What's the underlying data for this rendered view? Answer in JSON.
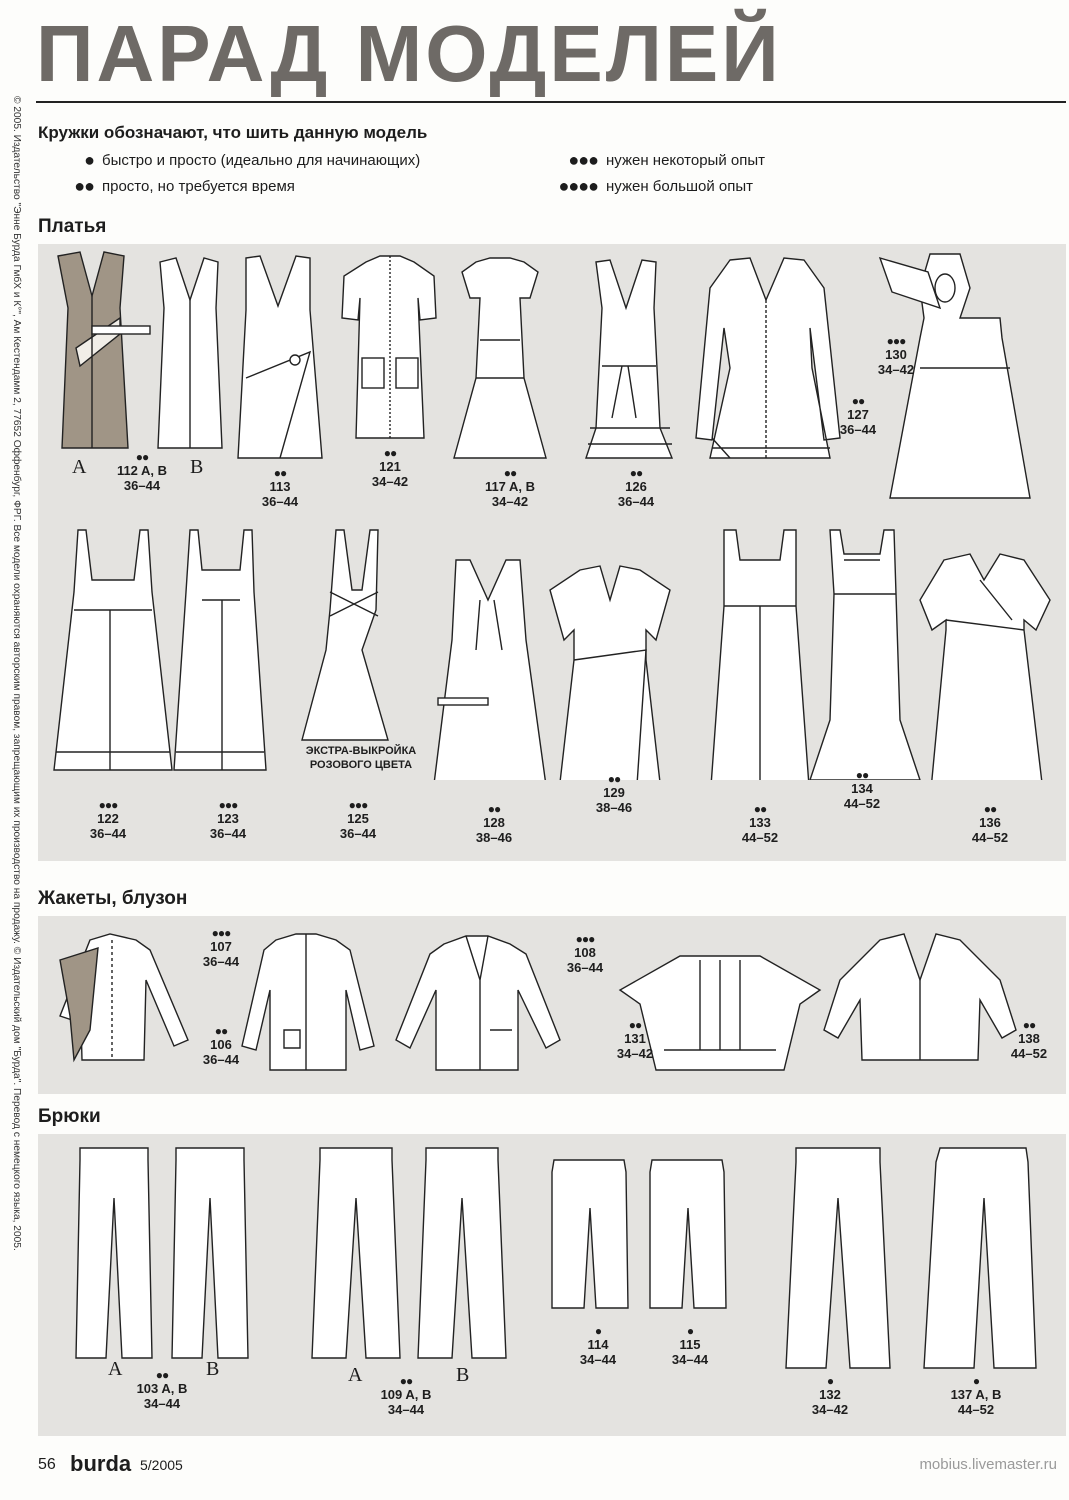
{
  "title": "ПАРАД МОДЕЛЕЙ",
  "side_text": "© 2005. Издательство \"Энне Бурда ГмбХ и К°\", Ам Кестендамм 2, 77652 Оффенбург, ФРГ. Все модели охраняются авторским правом, запрещающим их производство на продажу. © Издательский дом \"Бурда\". Перевод с немецкого языка, 2005.",
  "legend": {
    "heading": "Кружки обозначают, что шить данную модель",
    "items": [
      {
        "dots": "●",
        "text": "быстро и просто (идеально для начинающих)"
      },
      {
        "dots": "●●",
        "text": "просто, но требуется время"
      },
      {
        "dots": "●●●",
        "text": "нужен некоторый опыт"
      },
      {
        "dots": "●●●●",
        "text": "нужен большой опыт"
      }
    ]
  },
  "sections": {
    "dresses": "Платья",
    "jackets": "Жакеты, блузон",
    "trousers": "Брюки"
  },
  "dresses_row1": [
    {
      "dots": "●●",
      "model": "112 A, B",
      "sizes": "36–44",
      "letters": [
        "A",
        "B"
      ]
    },
    {
      "dots": "●●",
      "model": "113",
      "sizes": "36–44"
    },
    {
      "dots": "●●",
      "model": "121",
      "sizes": "34–42"
    },
    {
      "dots": "●●",
      "model": "117 A, B",
      "sizes": "34–42"
    },
    {
      "dots": "●●",
      "model": "126",
      "sizes": "36–44"
    },
    {
      "dots": "●●",
      "model": "127",
      "sizes": "36–44"
    },
    {
      "dots": "●●●",
      "model": "130",
      "sizes": "34–42"
    }
  ],
  "dresses_row2": [
    {
      "dots": "●●●",
      "model": "122",
      "sizes": "36–44"
    },
    {
      "dots": "●●●",
      "model": "123",
      "sizes": "36–44"
    },
    {
      "dots": "●●●",
      "model": "125",
      "sizes": "36–44",
      "extra": "ЭКСТРА-ВЫКРОЙКА РОЗОВОГО ЦВЕТА"
    },
    {
      "dots": "●●",
      "model": "128",
      "sizes": "38–46"
    },
    {
      "dots": "●●",
      "model": "129",
      "sizes": "38–46"
    },
    {
      "dots": "●●",
      "model": "133",
      "sizes": "44–52"
    },
    {
      "dots": "●●",
      "model": "134",
      "sizes": "44–52"
    },
    {
      "dots": "●●",
      "model": "136",
      "sizes": "44–52"
    }
  ],
  "jackets": [
    {
      "dots": "●●●",
      "model": "107",
      "sizes": "36–44"
    },
    {
      "dots": "●●",
      "model": "106",
      "sizes": "36–44"
    },
    {
      "dots": "●●●",
      "model": "108",
      "sizes": "36–44"
    },
    {
      "dots": "●●",
      "model": "131",
      "sizes": "34–42"
    },
    {
      "dots": "●●",
      "model": "138",
      "sizes": "44–52"
    }
  ],
  "trousers": [
    {
      "dots": "●●",
      "model": "103 A, B",
      "sizes": "34–44",
      "letters": [
        "A",
        "B"
      ]
    },
    {
      "dots": "●●",
      "model": "109 A, B",
      "sizes": "34–44",
      "letters": [
        "A",
        "B"
      ]
    },
    {
      "dots": "●",
      "model": "114",
      "sizes": "34–44"
    },
    {
      "dots": "●",
      "model": "115",
      "sizes": "34–44"
    },
    {
      "dots": "●",
      "model": "132",
      "sizes": "34–42"
    },
    {
      "dots": "●",
      "model": "137 A, B",
      "sizes": "44–52"
    }
  ],
  "footer": {
    "page": "56",
    "brand": "burda",
    "issue": "5/2005",
    "site": "mobius.livemaster.ru"
  }
}
